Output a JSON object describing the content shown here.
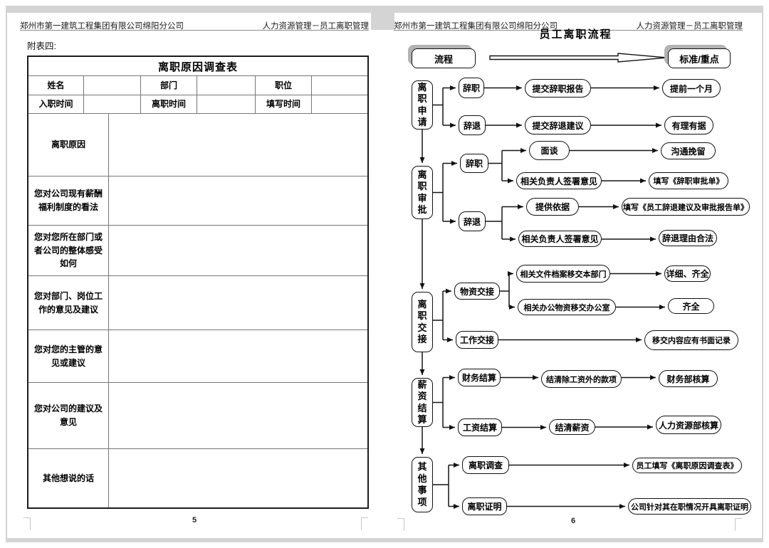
{
  "left_page": {
    "header_left": "郑州市第一建筑工程集团有限公司绵阳分公司",
    "header_right": "人力资源管理－员工离职管理",
    "annex_label": "附表四:",
    "form_title": "离职原因调查表",
    "info_labels": {
      "name": "姓名",
      "department": "部门",
      "position": "职位",
      "join_date": "入职时间",
      "leave_date": "离职时间",
      "fill_date": "填写时间"
    },
    "questions": [
      "离职原因",
      "您对公司现有薪酬福利制度的看法",
      "您对您所在部门或者公司的整体感受如何",
      "您对部门、岗位工作的意见及建议",
      "您对您的主管的意见或建议",
      "您对公司的建议及意见",
      "其他想说的话"
    ],
    "page_number": "5"
  },
  "right_page": {
    "header_left": "郑州市第一建筑工程集团有限公司绵阳分公司",
    "header_right": "人力资源管理－员工离职管理",
    "title": "员工离职流程",
    "legend": {
      "process": "流程",
      "standard": "标准/重点"
    },
    "flow": {
      "s1_label": "离职申请",
      "s1_resign": "辞职",
      "s1_resign_step": "提交辞职报告",
      "s1_resign_std": "提前一个月",
      "s1_dismiss": "辞退",
      "s1_dismiss_step": "提交辞退建议",
      "s1_dismiss_std": "有理有据",
      "s2_label": "离职审批",
      "s2_resign": "辞职",
      "s2_interview": "面谈",
      "s2_interview_std": "沟通挽留",
      "s2_sign": "相关负责人签署意见",
      "s2_sign_std": "填写《辞职审批单》",
      "s2_dismiss": "辞退",
      "s2_basis": "提供依据",
      "s2_basis_std": "填写《员工辞退建议及审批报告单》",
      "s2_sign2": "相关负责人签署意见",
      "s2_sign2_std": "辞退理由合法",
      "s3_label": "离职交接",
      "s3_material": "物资交接",
      "s3_files": "相关文件档案移交本部门",
      "s3_files_std": "详细、齐全",
      "s3_office": "相关办公物资移交办公室",
      "s3_office_std": "齐全",
      "s3_work": "工作交接",
      "s3_work_std": "移交内容应有书面记录",
      "s4_label": "薪资结算",
      "s4_finance": "财务结算",
      "s4_finance_step": "结清除工资外的款项",
      "s4_finance_std": "财务部核算",
      "s4_salary": "工资结算",
      "s4_salary_step": "结清薪资",
      "s4_salary_std": "人力资源部核算",
      "s5_label": "其他事项",
      "s5_survey": "离职调查",
      "s5_survey_std": "员工填写《离职原因调查表》",
      "s5_cert": "离职证明",
      "s5_cert_std": "公司针对其在职情况开具离职证明"
    },
    "page_number": "6"
  }
}
